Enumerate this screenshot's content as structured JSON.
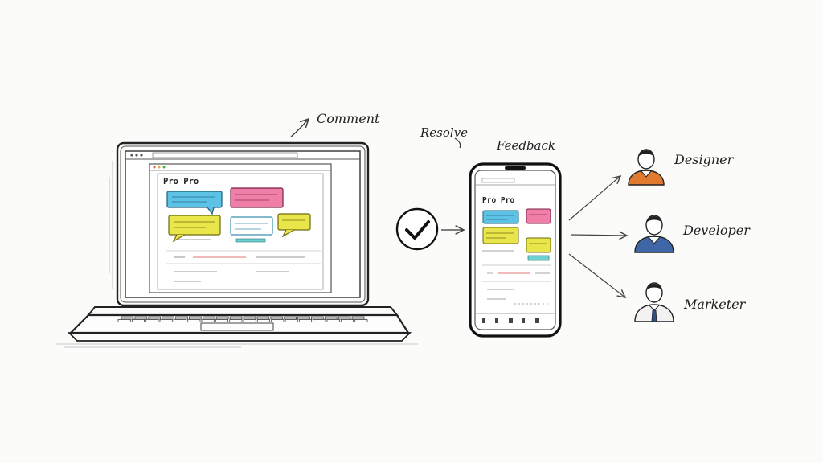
{
  "annotations": {
    "comment": "Comment",
    "resolve": "Resolve",
    "feedback": "Feedback"
  },
  "laptop": {
    "brand": "Pro Pro"
  },
  "phone": {
    "brand": "Pro Pro"
  },
  "roles": [
    {
      "label": "Designer",
      "shirt_color": "#e07a30"
    },
    {
      "label": "Developer",
      "shirt_color": "#3f67a8"
    },
    {
      "label": "Marketer",
      "shirt_color": "#f2f2f2"
    }
  ],
  "colors": {
    "note_blue": "#5cc3e6",
    "note_pink": "#ef7fa8",
    "note_yellow": "#e8e64a",
    "note_teal": "#6fd0d0",
    "ink": "#222222"
  }
}
